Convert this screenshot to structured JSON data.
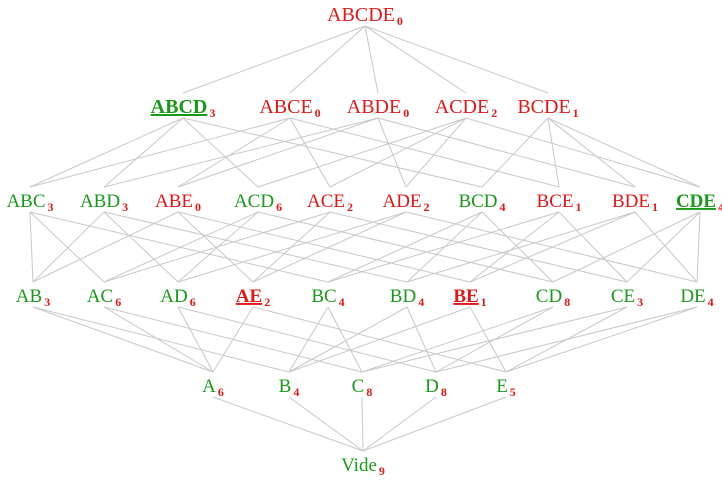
{
  "colors": {
    "frequent": "#1a9a1a",
    "infrequent": "#e01818",
    "edge": "#c8c8c8"
  },
  "levels": [
    [
      {
        "label": "ABCDE",
        "count": "0",
        "status": "infrequent",
        "emphasis": false
      }
    ],
    [
      {
        "label": "ABCD",
        "count": "3",
        "status": "frequent",
        "emphasis": true
      },
      {
        "label": "ABCE",
        "count": "0",
        "status": "infrequent",
        "emphasis": false
      },
      {
        "label": "ABDE",
        "count": "0",
        "status": "infrequent",
        "emphasis": false
      },
      {
        "label": "ACDE",
        "count": "2",
        "status": "infrequent",
        "emphasis": false
      },
      {
        "label": "BCDE",
        "count": "1",
        "status": "infrequent",
        "emphasis": false
      }
    ],
    [
      {
        "label": "ABC",
        "count": "3",
        "status": "frequent",
        "emphasis": false
      },
      {
        "label": "ABD",
        "count": "3",
        "status": "frequent",
        "emphasis": false
      },
      {
        "label": "ABE",
        "count": "0",
        "status": "infrequent",
        "emphasis": false
      },
      {
        "label": "ACD",
        "count": "6",
        "status": "frequent",
        "emphasis": false
      },
      {
        "label": "ACE",
        "count": "2",
        "status": "infrequent",
        "emphasis": false
      },
      {
        "label": "ADE",
        "count": "2",
        "status": "infrequent",
        "emphasis": false
      },
      {
        "label": "BCD",
        "count": "4",
        "status": "frequent",
        "emphasis": false
      },
      {
        "label": "BCE",
        "count": "1",
        "status": "infrequent",
        "emphasis": false
      },
      {
        "label": "BDE",
        "count": "1",
        "status": "infrequent",
        "emphasis": false
      },
      {
        "label": "CDE",
        "count": "4",
        "status": "frequent",
        "emphasis": true
      }
    ],
    [
      {
        "label": "AB",
        "count": "3",
        "status": "frequent",
        "emphasis": false
      },
      {
        "label": "AC",
        "count": "6",
        "status": "frequent",
        "emphasis": false
      },
      {
        "label": "AD",
        "count": "6",
        "status": "frequent",
        "emphasis": false
      },
      {
        "label": "AE",
        "count": "2",
        "status": "infrequent",
        "emphasis": true
      },
      {
        "label": "BC",
        "count": "4",
        "status": "frequent",
        "emphasis": false
      },
      {
        "label": "BD",
        "count": "4",
        "status": "frequent",
        "emphasis": false
      },
      {
        "label": "BE",
        "count": "1",
        "status": "infrequent",
        "emphasis": true
      },
      {
        "label": "CD",
        "count": "8",
        "status": "frequent",
        "emphasis": false
      },
      {
        "label": "CE",
        "count": "3",
        "status": "frequent",
        "emphasis": false
      },
      {
        "label": "DE",
        "count": "4",
        "status": "frequent",
        "emphasis": false
      }
    ],
    [
      {
        "label": "A",
        "count": "6",
        "status": "frequent",
        "emphasis": false
      },
      {
        "label": "B",
        "count": "4",
        "status": "frequent",
        "emphasis": false
      },
      {
        "label": "C",
        "count": "8",
        "status": "frequent",
        "emphasis": false
      },
      {
        "label": "D",
        "count": "8",
        "status": "frequent",
        "emphasis": false
      },
      {
        "label": "E",
        "count": "5",
        "status": "frequent",
        "emphasis": false
      }
    ],
    [
      {
        "label": "Vide",
        "count": "9",
        "status": "frequent",
        "emphasis": false
      }
    ]
  ]
}
